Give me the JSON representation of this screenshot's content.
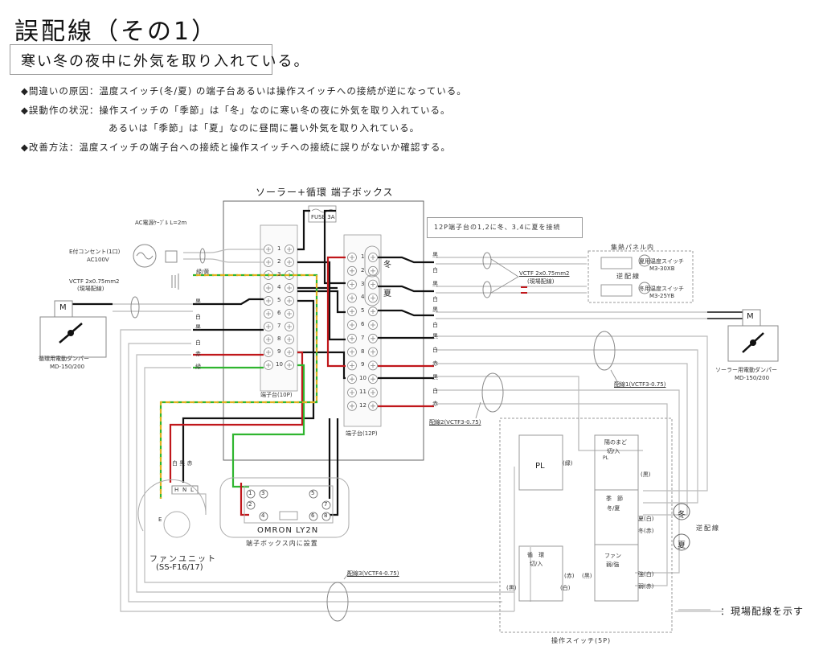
{
  "title": "誤配線（その1）",
  "subtitle": "寒い冬の夜中に外気を取り入れている。",
  "notes": [
    {
      "text": "◆間違いの原因：温度スイッチ(冬/夏) の端子台あるいは操作スイッチへの接続が逆になっている。"
    },
    {
      "text": "◆誤動作の状況：操作スイッチの「季節」は「冬」なのに寒い冬の夜に外気を取り入れている。"
    },
    {
      "text": "あるいは「季節」は「夏」なのに昼間に暑い外気を取り入れている。"
    },
    {
      "text": "◆改善方法：温度スイッチの端子台への接続と操作スイッチへの接続に誤りがないか確認する。"
    }
  ],
  "diagram": {
    "junction_box_title": "ソーラー+循環 端子ボックス",
    "fuse_label": "FUSE 3A",
    "ac_cable_label": "AC電源ｹｰﾌﾞﾙ L=2m",
    "outlet_label": "E付コンセント(1口)",
    "outlet_voltage": "AC100V",
    "ground_label": "緑/黄",
    "left_cable_label": "VCTF 2x0.75mm2",
    "left_cable_sub": "(現場配線)",
    "motor_label": "M",
    "left_damper_label": "循環用電動ダンパー",
    "left_damper_model": "MD-150/200",
    "right_damper_label": "ソーラー用電動ダンパー",
    "right_damper_model": "MD-150/200",
    "left_wire_labels": [
      "黒",
      "白",
      "黒",
      "白",
      "赤",
      "緑"
    ],
    "tb10_label": "端子台(10P)",
    "tb10_numbers": [
      "1",
      "2",
      "3",
      "4",
      "5",
      "6",
      "7",
      "8",
      "9",
      "10"
    ],
    "tb12_label": "端子台(12P)",
    "tb12_numbers": [
      "1",
      "2",
      "3",
      "4",
      "5",
      "6",
      "7",
      "8",
      "9",
      "10",
      "11",
      "12"
    ],
    "winter_label": "冬",
    "summer_label": "夏",
    "info_box": "12P端子台の1,2に冬、3,4に夏を接続",
    "right_wire_labels": [
      "黒",
      "白",
      "黒",
      "白",
      "黒",
      "白",
      "黒",
      "白",
      "赤",
      "黒",
      "白",
      "赤"
    ],
    "mid_cable_label": "VCTF 2x0.75mm2",
    "mid_cable_sub": "(現場配線)",
    "panel_title": "集熱パネル内",
    "summer_switch": "夏用温度スイッチ",
    "summer_switch_model": "M3-30XB",
    "winter_switch": "冬用温度スイッチ",
    "winter_switch_model": "M3-25YB",
    "reverse_label": "逆配線",
    "wiring1_label": "配線1(VCTF3-0.75)",
    "wiring2_label": "配線2(VCTF3-0.75)",
    "wiring3_label": "配線3(VCTF4-0.75)",
    "fan_wire_label": "白 黒 赤",
    "fan_terminals": [
      "H",
      "N",
      "L"
    ],
    "fan_earth": "E",
    "fan_label": "ファンユニット",
    "fan_model": "(SS-F16/17)",
    "relay_label": "OMRON LY2N",
    "relay_location": "端子ボックス内に設置",
    "relay_pins": [
      "1",
      "3",
      "5",
      "2",
      "7",
      "4",
      "6",
      "8"
    ],
    "ops_switch_label": "操作スイッチ(5P)",
    "pl_label": "PL",
    "pl_wire": "(緑)",
    "shade_title1": "陽のまど",
    "shade_title2": "切/入",
    "shade_pl": "PL",
    "shade_wire": "(黒)",
    "season_title1": "季　節",
    "season_title2": "冬/夏",
    "season_summer": "夏(白)",
    "season_winter": "冬(赤)",
    "circ_title1": "循　環",
    "circ_title2": "切/入",
    "circ_red": "(赤)",
    "circ_white": "(白)",
    "circ_black": "(黒)",
    "fan_sw_title1": "ファン",
    "fan_sw_title2": "弱/強",
    "fan_sw_black": "(黒)",
    "fan_sw_strong": "強(白)",
    "fan_sw_weak": "弱(赤)",
    "x_winter": "冬",
    "x_summer": "夏",
    "legend_text": "：現場配線を示す"
  },
  "colors": {
    "black_wire": "#111111",
    "red_wire": "#c0171b",
    "green_wire": "#2fb52f",
    "yellow_wire": "#e0b020",
    "field_wire": "#b8b8b8",
    "frame": "#777777"
  }
}
